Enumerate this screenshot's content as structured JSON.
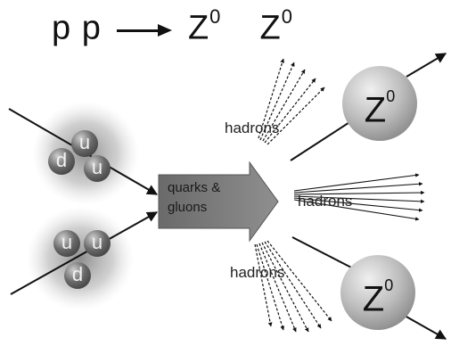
{
  "reaction": {
    "lhs": "p  p",
    "z1": "Z",
    "z1_sup": "0",
    "z2": "Z",
    "z2_sup": "0"
  },
  "protons": [
    {
      "quarks": [
        "u",
        "u",
        "d"
      ]
    },
    {
      "quarks": [
        "u",
        "u",
        "d"
      ]
    }
  ],
  "central_arrow_label": "quarks & gluons",
  "hadrons_labels": [
    "hadrons",
    "hadrons",
    "hadrons"
  ],
  "z_particles": [
    {
      "symbol": "Z",
      "charge": "0"
    },
    {
      "symbol": "Z",
      "charge": "0"
    }
  ]
}
